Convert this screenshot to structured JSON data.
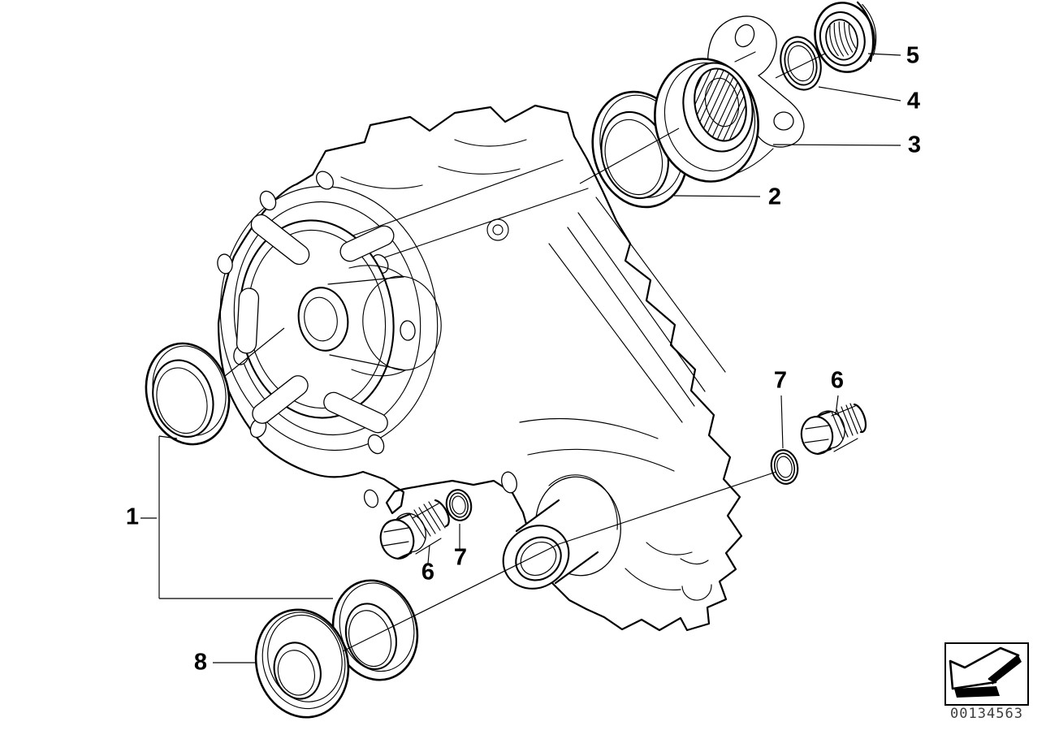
{
  "page": {
    "colors": {
      "background": "#ffffff",
      "line": "#000000",
      "stamp_text": "#3d3d3d"
    }
  },
  "diagram": {
    "callouts": [
      {
        "id": "1",
        "label": "1"
      },
      {
        "id": "2",
        "label": "2"
      },
      {
        "id": "3",
        "label": "3"
      },
      {
        "id": "4",
        "label": "4"
      },
      {
        "id": "5",
        "label": "5"
      },
      {
        "id": "7r",
        "label": "7"
      },
      {
        "id": "6r",
        "label": "6"
      },
      {
        "id": "6b",
        "label": "6"
      },
      {
        "id": "7b",
        "label": "7"
      },
      {
        "id": "8",
        "label": "8"
      }
    ],
    "stamp": {
      "number": "00134563",
      "icon": "arrow-down-left-3d-icon"
    }
  }
}
